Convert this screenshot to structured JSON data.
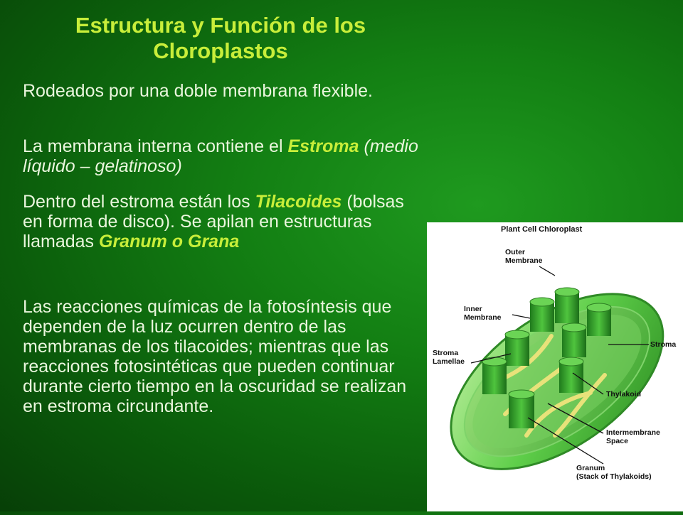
{
  "title": "Estructura y Función de los Cloroplastos",
  "paragraphs": {
    "p1": "Rodeados por una doble membrana flexible.",
    "p2_a": "La membrana interna contiene el ",
    "p2_em": "Estroma",
    "p2_it": " (medio líquido – gelatinoso)",
    "p3_a": "Dentro del estroma están los ",
    "p3_em": "Tilacoides",
    "p3_b": " (bolsas en forma de disco). Se apilan en estructuras llamadas ",
    "p3_em2": "Granum o Grana",
    "p4": "Las reacciones químicas de la fotosíntesis que dependen de la luz ocurren dentro de las membranas de los tilacoides; mientras que las reacciones fotosintéticas que pueden continuar durante cierto tiempo en la oscuridad se realizan en estroma circundante."
  },
  "figure": {
    "title": "Plant Cell Chloroplast",
    "labels": {
      "outer_membrane_1": "Outer",
      "outer_membrane_2": "Membrane",
      "inner_membrane_1": "Inner",
      "inner_membrane_2": "Membrane",
      "stroma_lamellae_1": "Stroma",
      "stroma_lamellae_2": "Lamellae",
      "stroma": "Stroma",
      "thylakoid": "Thylakoid",
      "intermembrane_1": "Intermembrane",
      "intermembrane_2": "Space",
      "granum_1": "Granum",
      "granum_2": "(Stack of Thylakoids)"
    }
  },
  "colors": {
    "background": "#137f13",
    "title": "#c8ee3a",
    "text": "#eaf6dd",
    "emphasis": "#c8ee3a"
  }
}
